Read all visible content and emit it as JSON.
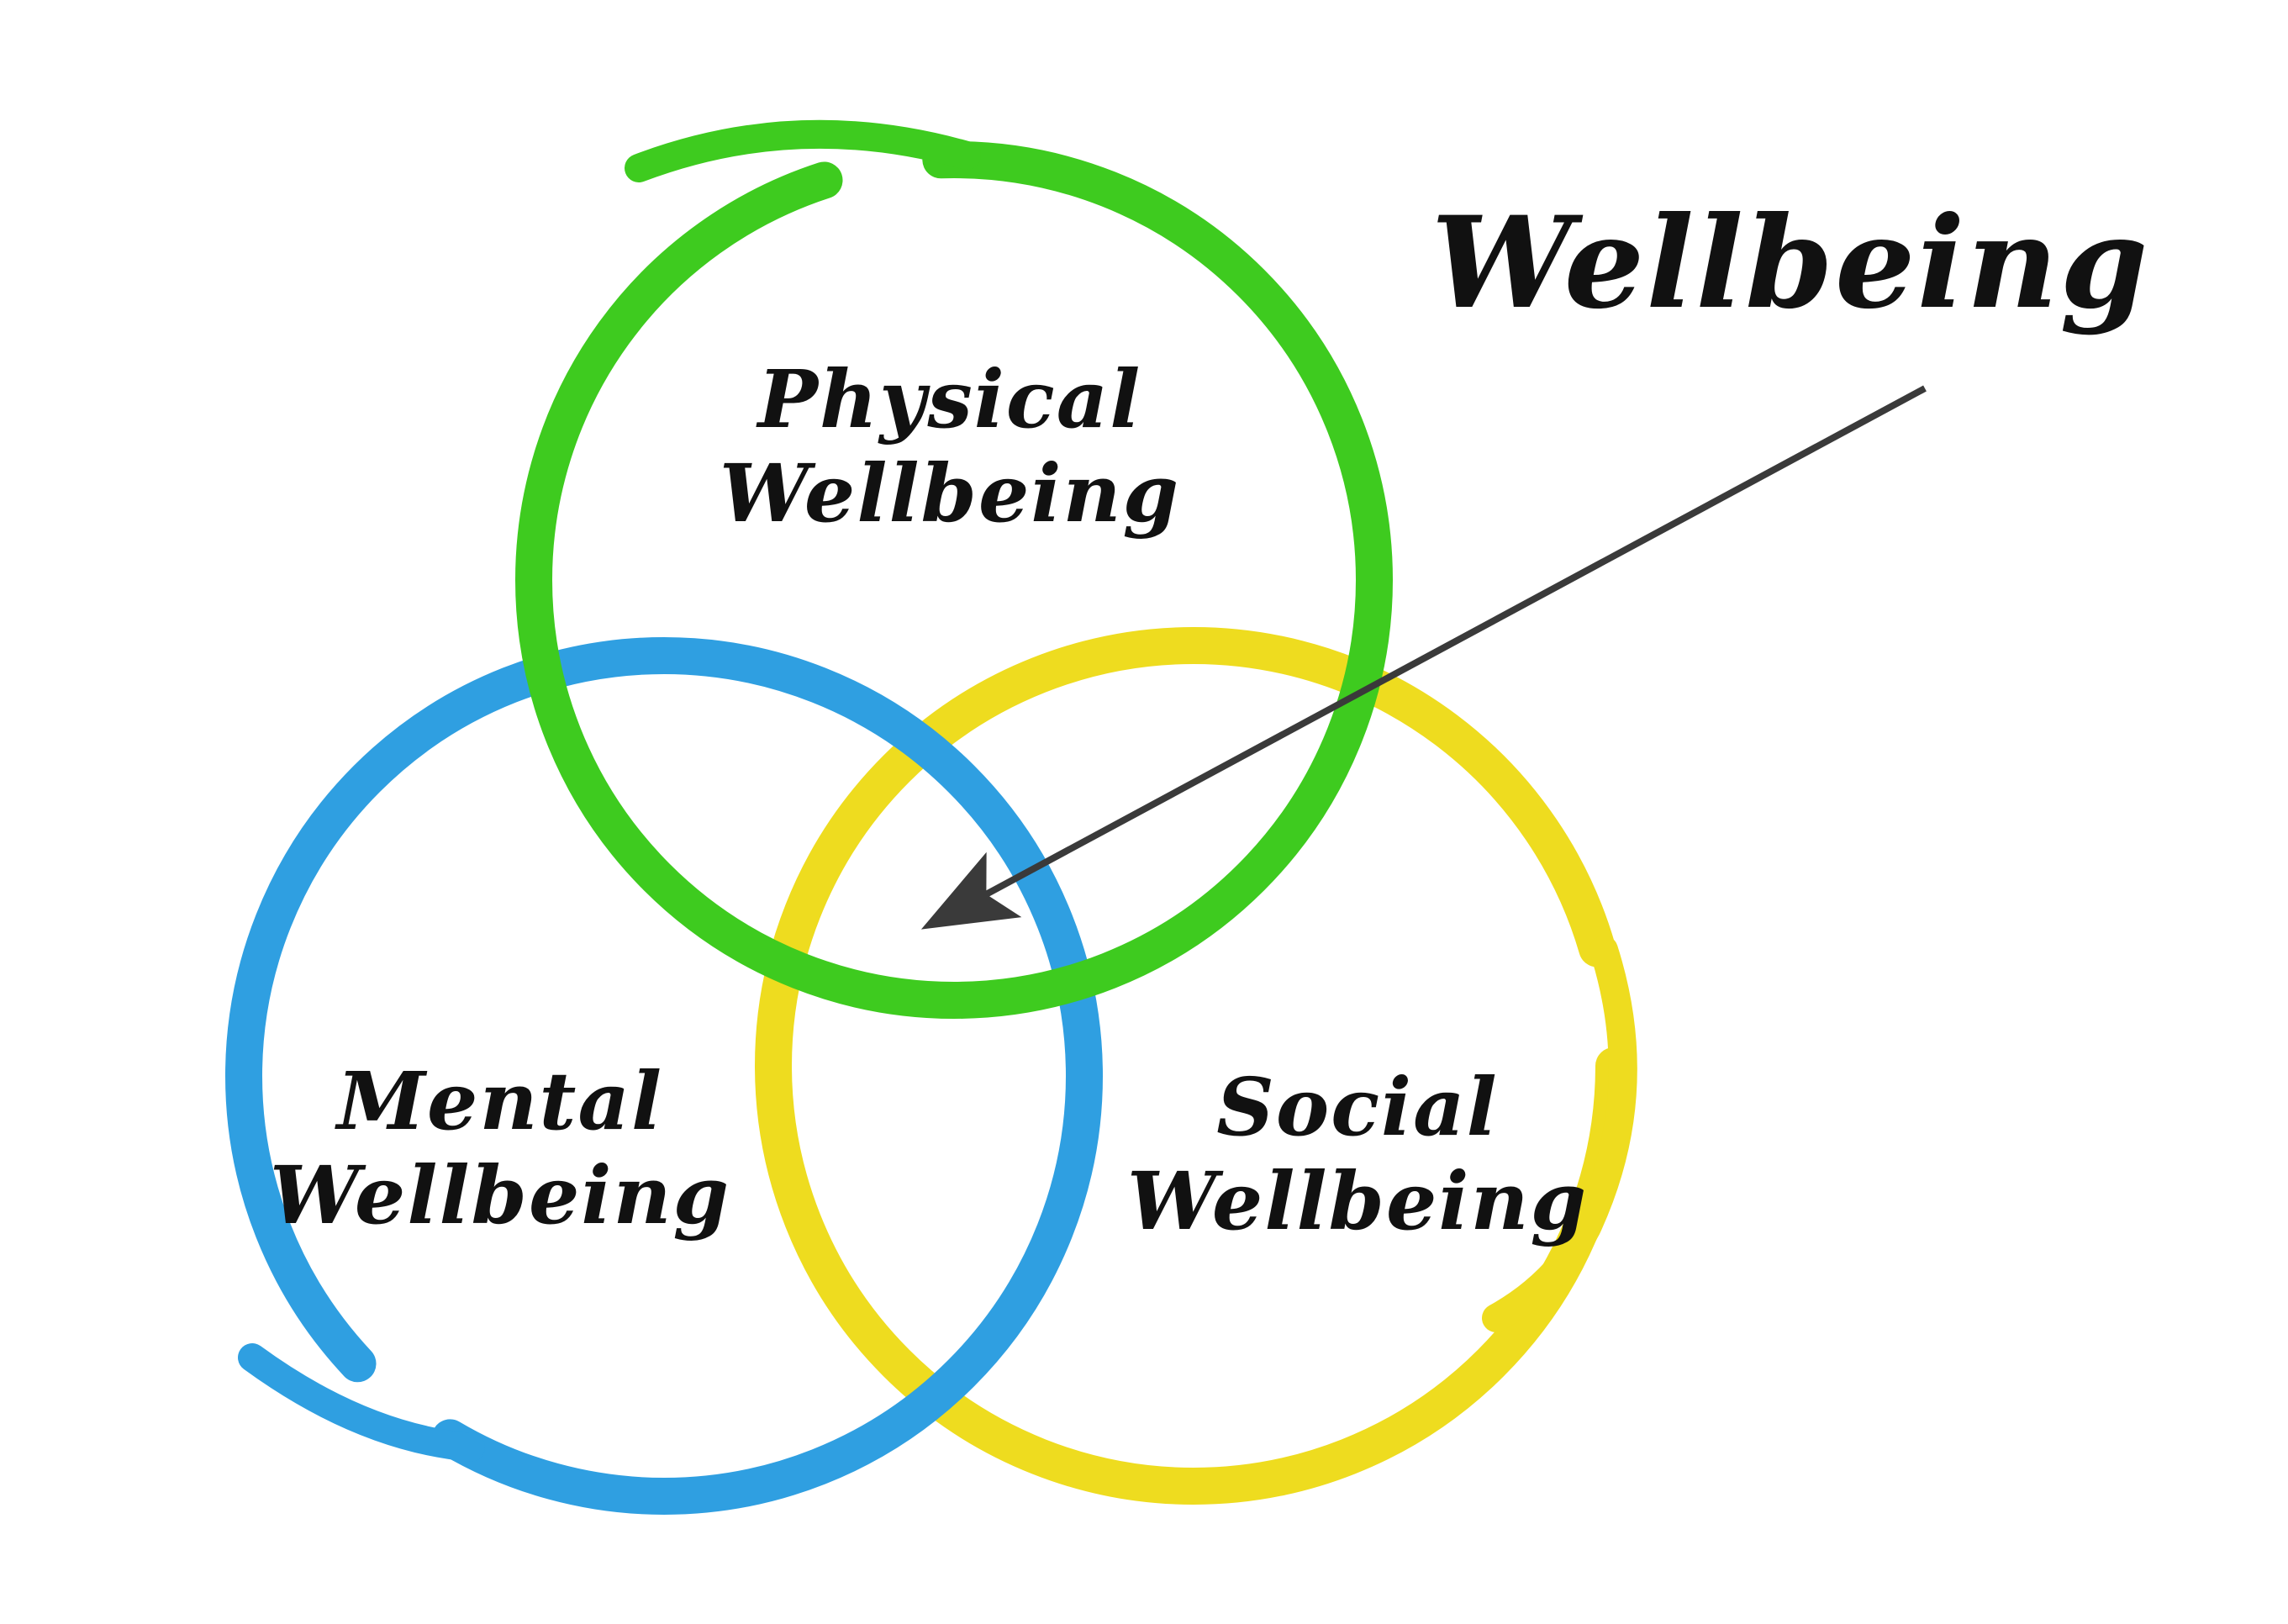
{
  "diagram": {
    "title": "Wellbeing",
    "background_color": "#ffffff",
    "text_color": "#111111",
    "arrow_color": "#3a3a3a",
    "circles": [
      {
        "id": "physical",
        "label_line1": "Physical",
        "label_line2": "Wellbeing",
        "color": "#3ecb1f"
      },
      {
        "id": "mental",
        "label_line1": "Mental",
        "label_line2": "Wellbeing",
        "color": "#2f9fe1"
      },
      {
        "id": "social",
        "label_line1": "Social",
        "label_line2": "Wellbeing",
        "color": "#eedc1f"
      }
    ]
  }
}
